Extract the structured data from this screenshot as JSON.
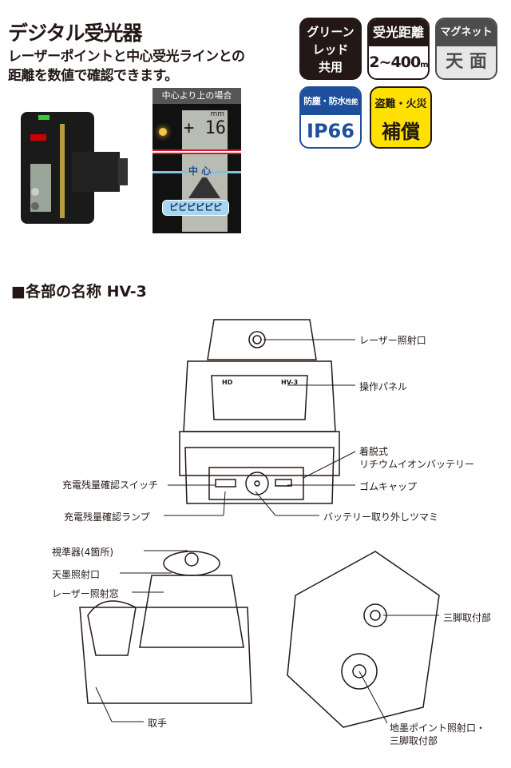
{
  "header": {
    "title": "デジタル受光器",
    "subtitle_line1": "レーザーポイントと中心受光ラインとの",
    "subtitle_line2": "距離を数値で確認できます。"
  },
  "badges": [
    {
      "lines": [
        "グリーン",
        "レッド",
        "共用"
      ]
    },
    {
      "top": "受光距離",
      "bottom": "2~400",
      "unit": "m"
    },
    {
      "top": "マグネット",
      "bottom": "天 面"
    },
    {
      "top": "防塵・防水",
      "small": "性能",
      "bottom": "IP66"
    },
    {
      "top": "盗難・火災",
      "bottom": "補償"
    }
  ],
  "lcd_panel": {
    "caption": "中心より上の場合",
    "unit": "mm",
    "reading": "+ 16",
    "center_label": "中 心",
    "beep": "ピピピピピピ"
  },
  "section": {
    "title": "■各部の名称 HV-3"
  },
  "device": {
    "brand": "HD",
    "model": "HV-3"
  },
  "labels": {
    "laser_port": "レーザー照射口",
    "panel": "操作パネル",
    "battery_1": "着脱式",
    "battery_2": "リチウムイオンバッテリー",
    "rubber_cap": "ゴムキャップ",
    "charge_switch": "充電残量確認スイッチ",
    "charge_lamp": "充電残量確認ランプ",
    "battery_knob": "バッテリー取り外しツマミ",
    "sight": "視準器(4箇所)",
    "top_port": "天墨照射口",
    "laser_window": "レーザー照射窓",
    "handle": "取手",
    "tripod_mount": "三脚取付部",
    "ground_port_1": "地墨ポイント照射口・",
    "ground_port_2": "三脚取付部"
  },
  "colors": {
    "badge_blue": "#1d4f9c",
    "badge_yellow": "#ffe100",
    "badge_gray": "#4d4d4d",
    "laser_red": "#d7182a",
    "center_blue": "#7fc4e8"
  }
}
